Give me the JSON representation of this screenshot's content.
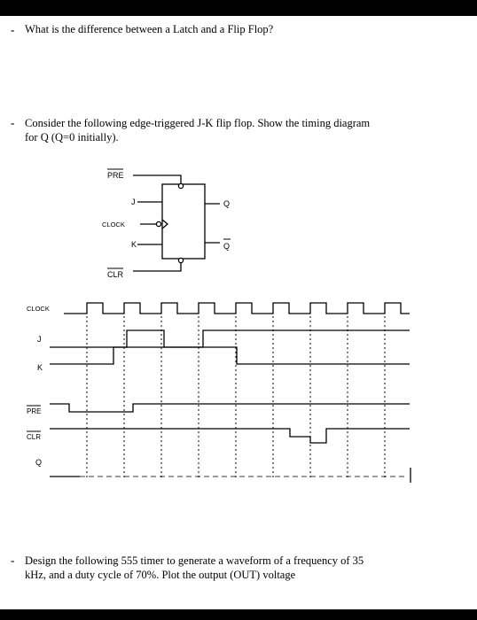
{
  "question1": {
    "bullet": "-",
    "text": "What is the difference between a Latch and a Flip Flop?"
  },
  "question2": {
    "bullet": "-",
    "line1": "Consider the following edge-triggered J-K flip flop. Show the timing diagram",
    "line2": "for Q (Q=0 initially)."
  },
  "flipflop": {
    "pre": "PRE",
    "j": "J",
    "clock": "CLOCK",
    "k": "K",
    "clr": "CLR",
    "q": "Q",
    "qbar": "Q"
  },
  "timing": {
    "signals": [
      "CLOCK",
      "J",
      "K",
      "PRE",
      "CLR",
      "Q"
    ]
  },
  "question3": {
    "bullet": "-",
    "line1": "Design the following 555 timer to generate a waveform of a frequency of 35",
    "line2": "kHz, and a duty cycle of 70%. Plot the output (OUT) voltage"
  }
}
